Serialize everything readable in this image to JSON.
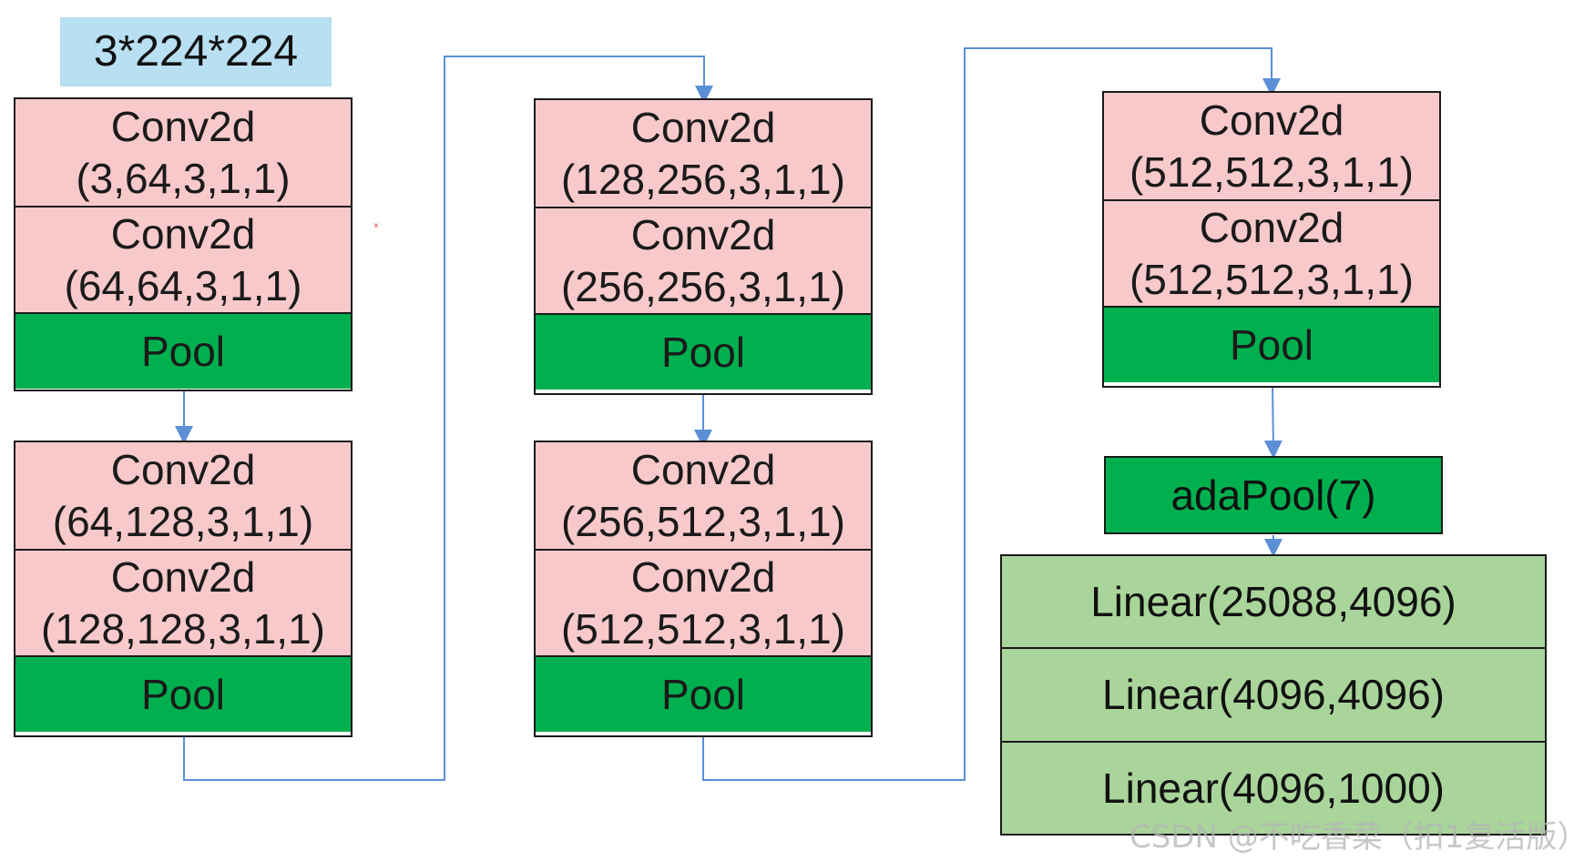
{
  "input": {
    "label": "3*224*224"
  },
  "blocks": [
    {
      "conv1": {
        "name": "Conv2d",
        "params": "(3,64,3,1,1)"
      },
      "conv2": {
        "name": "Conv2d",
        "params": "(64,64,3,1,1)"
      },
      "pool": "Pool"
    },
    {
      "conv1": {
        "name": "Conv2d",
        "params": "(64,128,3,1,1)"
      },
      "conv2": {
        "name": "Conv2d",
        "params": "(128,128,3,1,1)"
      },
      "pool": "Pool"
    },
    {
      "conv1": {
        "name": "Conv2d",
        "params": "(128,256,3,1,1)"
      },
      "conv2": {
        "name": "Conv2d",
        "params": "(256,256,3,1,1)"
      },
      "pool": "Pool"
    },
    {
      "conv1": {
        "name": "Conv2d",
        "params": "(256,512,3,1,1)"
      },
      "conv2": {
        "name": "Conv2d",
        "params": "(512,512,3,1,1)"
      },
      "pool": "Pool"
    },
    {
      "conv1": {
        "name": "Conv2d",
        "params": "(512,512,3,1,1)"
      },
      "conv2": {
        "name": "Conv2d",
        "params": "(512,512,3,1,1)"
      },
      "pool": "Pool"
    }
  ],
  "adapool": {
    "label": "adaPool(7)"
  },
  "classifier": [
    "Linear(25088,4096)",
    "Linear(4096,4096)",
    "Linear(4096,1000)"
  ],
  "watermark": "CSDN @不吃香菜（扣1复活版）",
  "colors": {
    "conv": "#f8c9cb",
    "pool": "#00b04f",
    "linear": "#a9d59a",
    "input": "#b8dff2",
    "connector": "#5b8fd6"
  }
}
